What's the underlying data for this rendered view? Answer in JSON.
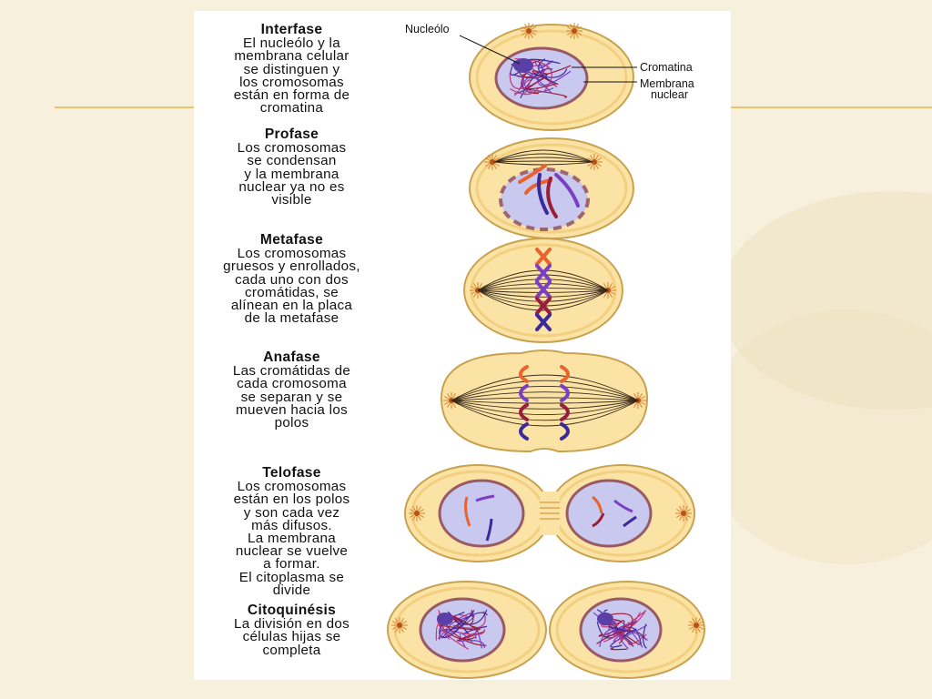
{
  "stages": [
    {
      "title": "Interfase",
      "desc": "El nucleólo y la\nmembrana celular\nse distinguen y\nlos cromosomas\nestán en forma de\ncromatina"
    },
    {
      "title": "Profase",
      "desc": "Los cromosomas\nse condensan\ny la membrana\nnuclear ya no es\nvisible"
    },
    {
      "title": "Metafase",
      "desc": "Los cromosomas\ngruesos y enrollados,\ncada uno con dos\ncromátidas, se\nalínean en la placa\nde la metafase"
    },
    {
      "title": "Anafase",
      "desc": "Las cromátidas de\ncada cromosoma\nse separan y se\nmueven hacia los\npolos"
    },
    {
      "title": "Telofase",
      "desc": "Los cromosomas\nestán en los polos\ny son cada vez\nmás difusos.\nLa membrana\nnuclear se vuelve\na formar.\nEl citoplasma se\ndivide"
    },
    {
      "title": "Citoquinésis",
      "desc": "La división en dos\ncélulas hijas se\ncompleta"
    }
  ],
  "labels": {
    "nucleolo": "Nucleólo",
    "cromatina": "Cromatina",
    "membrana_line1": "Membrana",
    "membrana_line2": "nuclear"
  },
  "colors": {
    "background": "#f7f0dc",
    "cell_fill": "#fbe3a6",
    "cell_stroke": "#c9a24f",
    "nucleus_fill": "#c9c8ee",
    "chromosome_orange": "#e8632e",
    "chromosome_purple": "#7a3fc2",
    "chromosome_red": "#9b1d3a",
    "chromosome_navy": "#3b2a9a"
  }
}
